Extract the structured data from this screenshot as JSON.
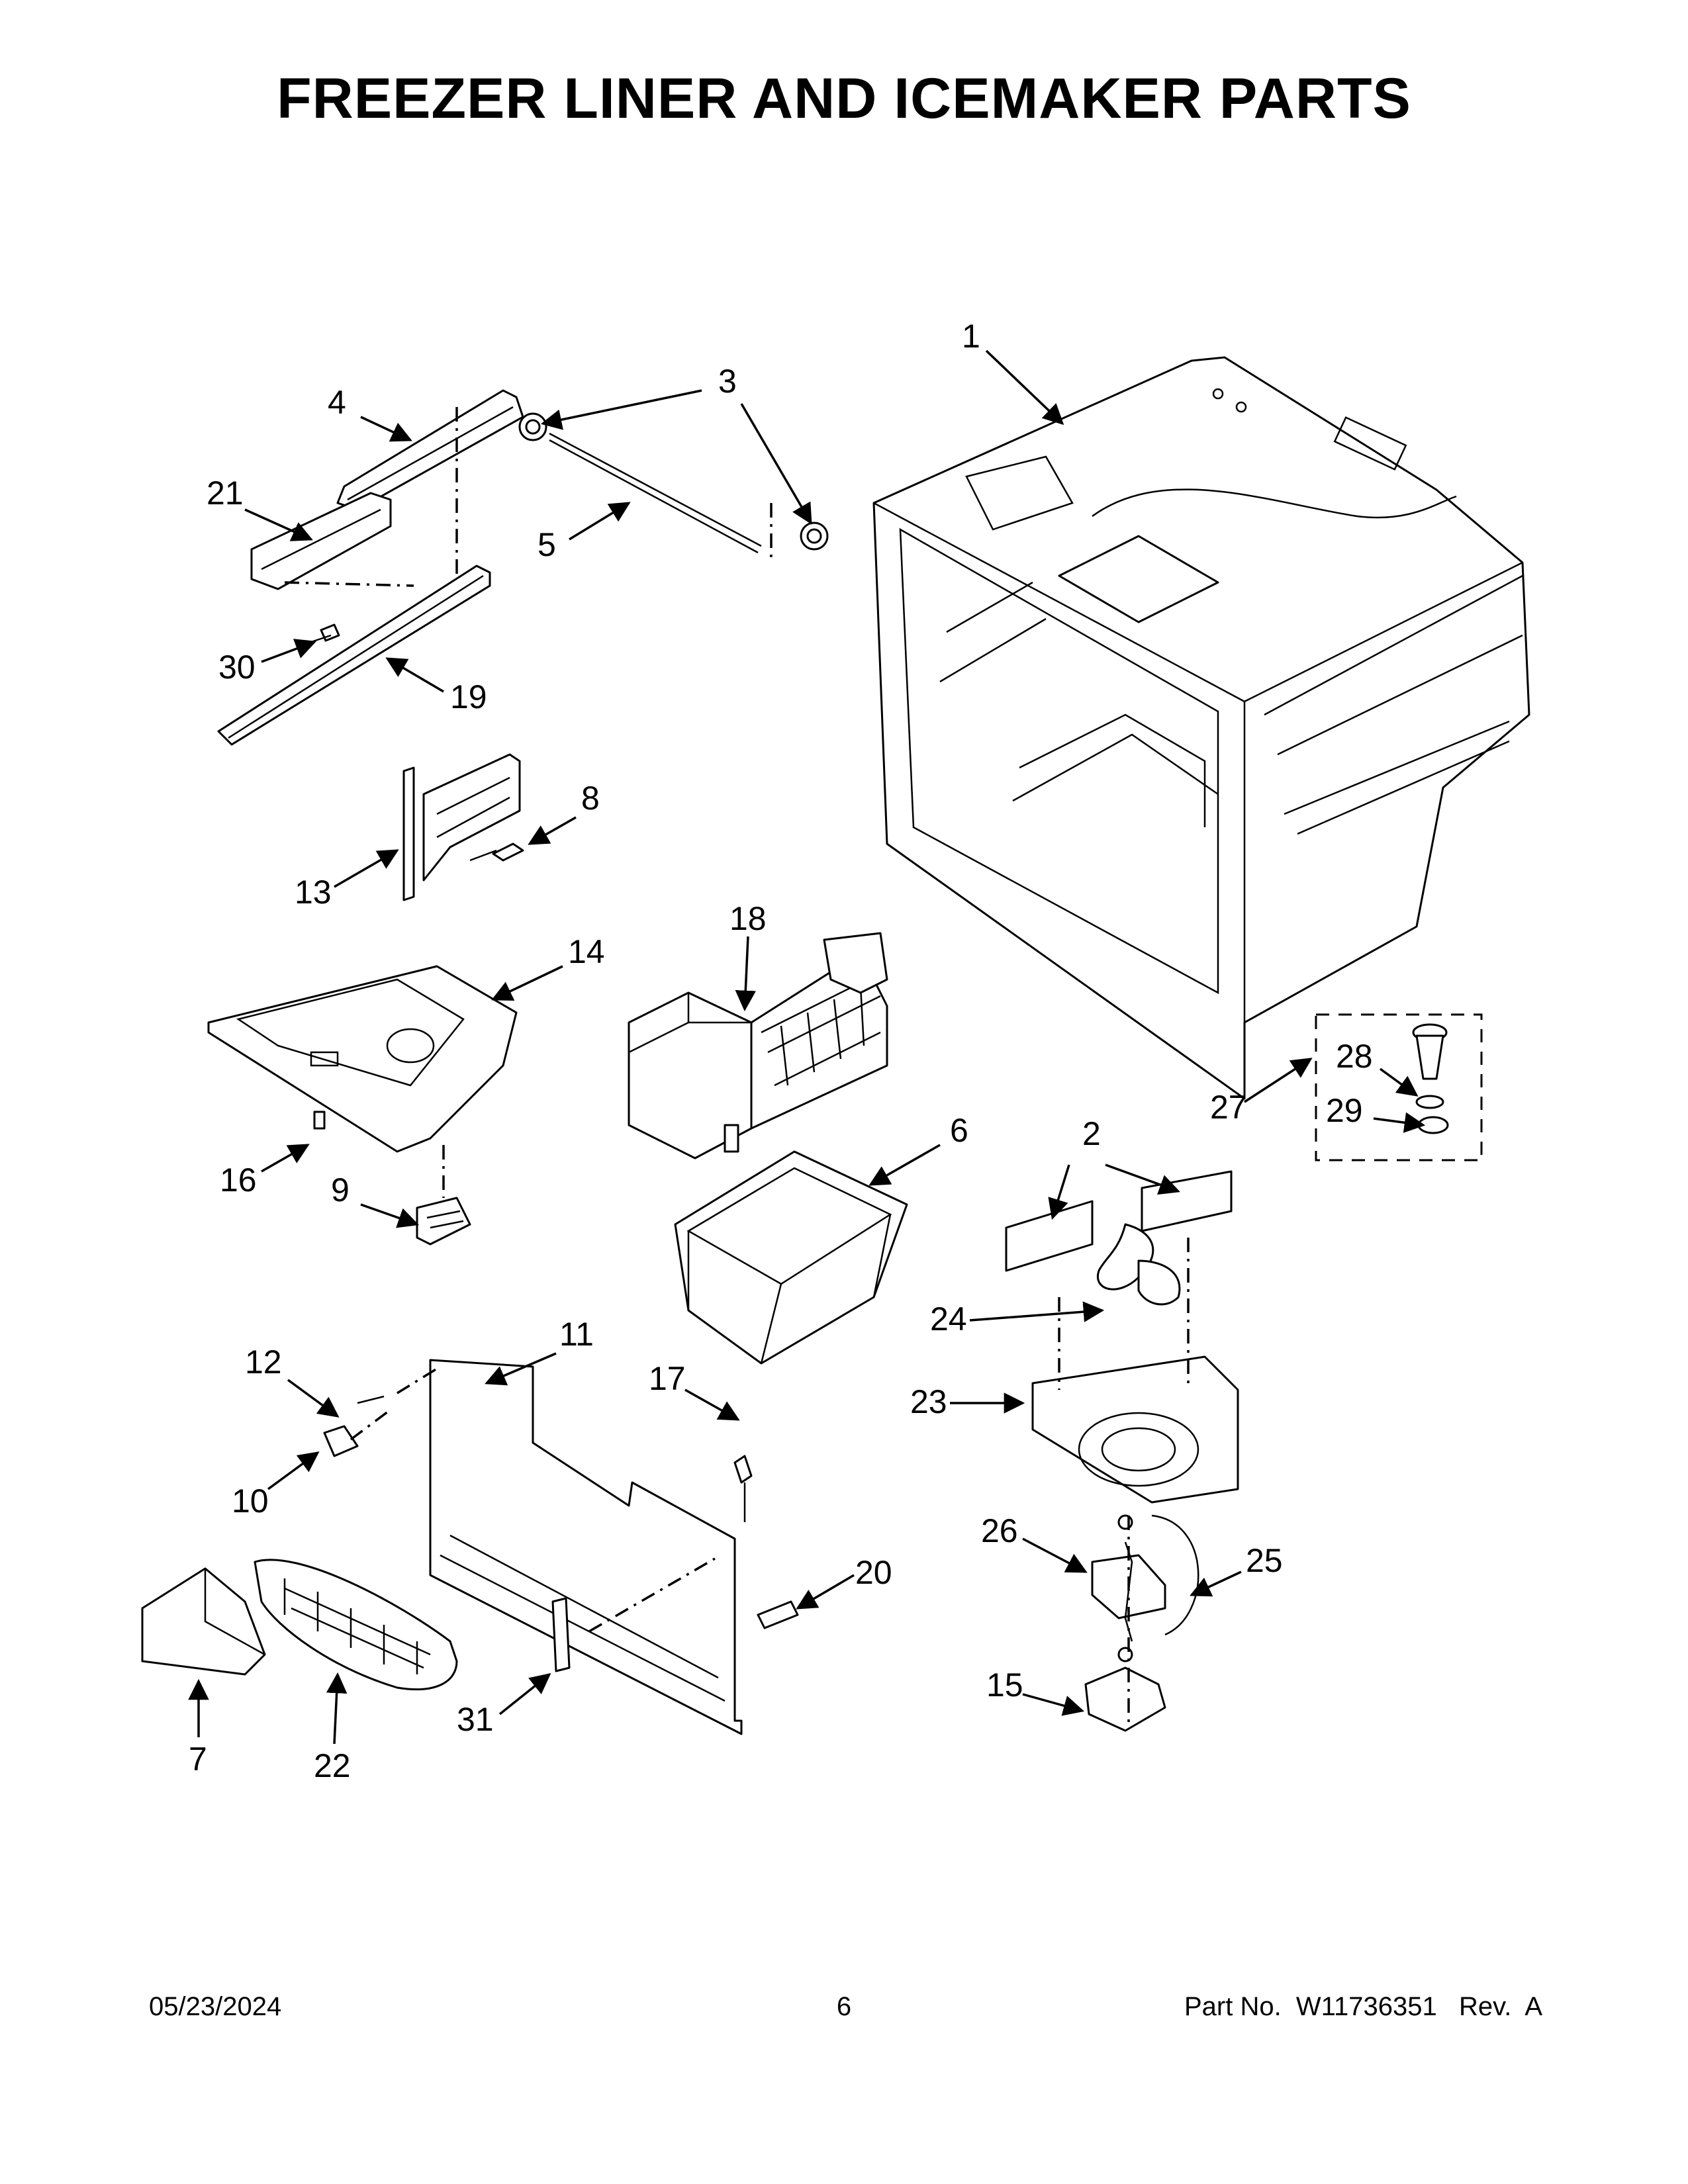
{
  "page": {
    "title": "FREEZER LINER AND ICEMAKER PARTS",
    "footer_date": "05/23/2024",
    "footer_page": "6",
    "footer_part": "Part No.  W11736351   Rev.  A"
  },
  "callouts": [
    "1",
    "2",
    "3",
    "4",
    "5",
    "6",
    "7",
    "8",
    "9",
    "10",
    "11",
    "12",
    "13",
    "14",
    "15",
    "16",
    "17",
    "18",
    "19",
    "20",
    "21",
    "22",
    "23",
    "24",
    "25",
    "26",
    "27",
    "28",
    "29",
    "30",
    "31"
  ]
}
